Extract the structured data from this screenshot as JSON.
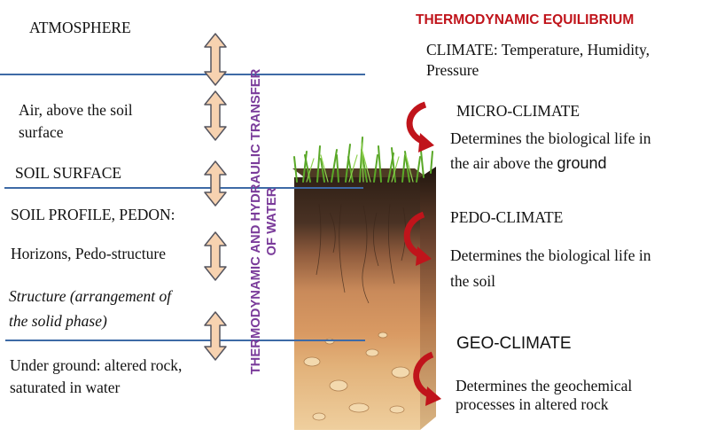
{
  "left_labels": {
    "atmosphere": "ATMOSPHERE",
    "air_line1": "Air, above the soil",
    "air_line2": "surface",
    "soil_surface": "SOIL SURFACE",
    "soil_profile": "SOIL PROFILE, PEDON:",
    "horizons": "Horizons, Pedo-structure",
    "structure_line1": "Structure (arrangement    of",
    "structure_line2": "the solid phase)",
    "underground_line1": "Under ground: altered rock,",
    "underground_line2": "saturated in water"
  },
  "vertical_title_line1": "THERMODYNAMIC  AND HYDRAULIC TRANSFER",
  "vertical_title_line2": "OF WATER",
  "right_labels": {
    "equilibrium": "THERMODYNAMIC EQUILIBRIUM",
    "climate_line1": "CLIMATE: Temperature, Humidity,",
    "climate_line2": "Pressure",
    "micro": "MICRO-CLIMATE",
    "micro_desc_line1": "Determines the biological life in",
    "micro_desc_line2a": "the air above the ",
    "micro_desc_line2b": "ground",
    "pedo": "PEDO-CLIMATE",
    "pedo_desc_line1": "Determines the biological life in",
    "pedo_desc_line2": "the soil",
    "geo": "GEO-CLIMATE",
    "geo_desc_line1": "Determines the geochemical",
    "geo_desc_line2": "processes in altered rock"
  },
  "colors": {
    "line_blue": "#3e6aa6",
    "arrow_fill": "#f7d2b0",
    "arrow_stroke": "#55555f",
    "curved_arrow": "#c0141b",
    "vertical_title": "#7a3b9a",
    "grass": "#5aa828",
    "topsoil": "#3f2a1c",
    "subsoil": "#c98a5a",
    "rock_layer": "#e2b27a"
  }
}
